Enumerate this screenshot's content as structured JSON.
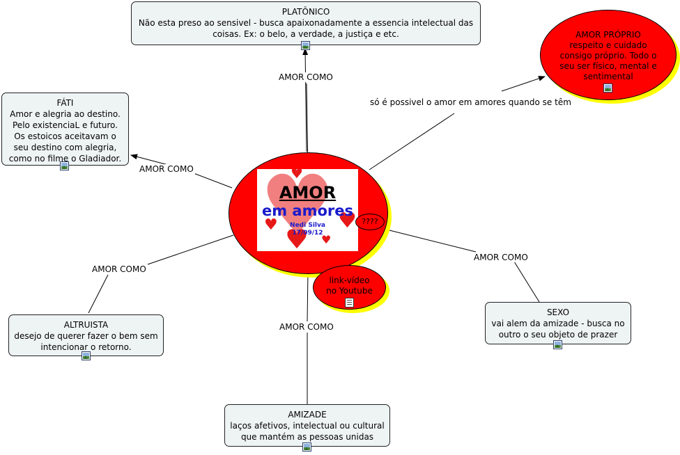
{
  "center": {
    "title": "AMOR",
    "subtitle": "em amores",
    "author": "Nedi Silva",
    "date": "17/09/12",
    "badge": "????"
  },
  "linking_phrases": {
    "top": "AMOR COMO",
    "left": "AMOR COMO",
    "lower_left": "AMOR COMO",
    "bottom": "AMOR COMO",
    "right": "AMOR COMO",
    "upper_right": "só é possivel o amor em amores quando se têm"
  },
  "nodes": {
    "platonico": {
      "title": "PLATÔNICO",
      "lines": [
        "Não esta preso ao sensivel - busca apaixonadamente a essencia intelectual das",
        "coisas. Ex: o belo, a verdade, a justiça e etc."
      ]
    },
    "fati": {
      "title": "FÁTI",
      "lines": [
        "Amor e alegria ao destino.",
        "Pelo existenciaL e futuro.",
        "Os estoicos aceitavam o",
        "seu destino com alegria,",
        "como no filme o Gladiador."
      ]
    },
    "altruista": {
      "title": "ALTRUISTA",
      "lines": [
        "desejo de querer fazer o bem sem",
        "intencionar o retorno."
      ]
    },
    "amizade": {
      "title": "AMIZADE",
      "lines": [
        "laços afetivos, intelectual ou cultural",
        "que mantém as pessoas unidas"
      ]
    },
    "sexo": {
      "title": "SEXO",
      "lines": [
        "vai alem da amizade - busca no",
        "outro o seu objeto de prazer"
      ]
    },
    "amor_proprio": {
      "title": "AMOR PRÓPRIO",
      "lines": [
        "respeito e cuidado",
        "consigo próprio. Todo o",
        "seu ser físico, mental e",
        "sentimental"
      ]
    },
    "video": {
      "lines": [
        "link-vídeo",
        "no Youtube"
      ]
    }
  },
  "icons": [
    "image-icon",
    "document-icon"
  ],
  "colors": {
    "ellipse_fill": "#ff0000",
    "ellipse_shadow": "#ffff00",
    "node_fill": "#eef3f4",
    "subtitle": "#1a1acc"
  }
}
